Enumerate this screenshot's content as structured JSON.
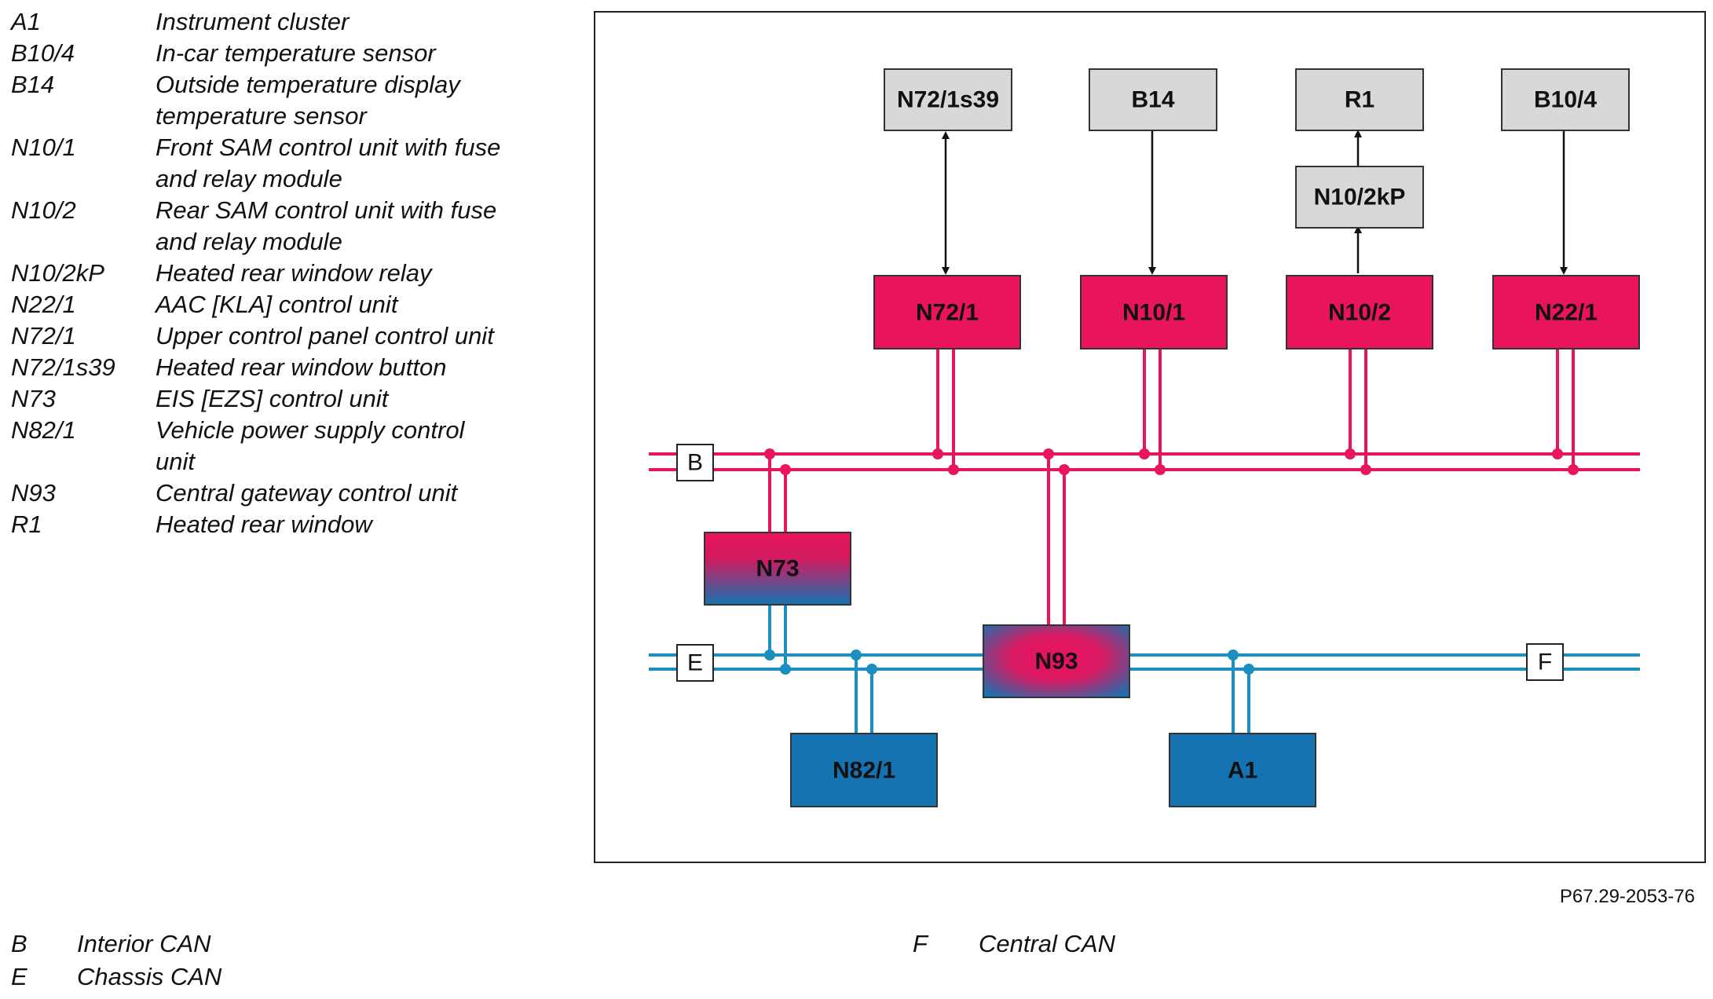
{
  "legend": [
    {
      "code": "A1",
      "desc": "Instrument cluster"
    },
    {
      "code": "B10/4",
      "desc": "In-car temperature sensor"
    },
    {
      "code": "B14",
      "desc": "Outside temperature display temperature sensor"
    },
    {
      "code": "N10/1",
      "desc": "Front SAM control unit with fuse and relay module"
    },
    {
      "code": "N10/2",
      "desc": "Rear SAM control unit with fuse and relay module"
    },
    {
      "code": "N10/2kP",
      "desc": "Heated rear window relay"
    },
    {
      "code": "N22/1",
      "desc": "AAC [KLA] control unit"
    },
    {
      "code": "N72/1",
      "desc": "Upper control panel control unit"
    },
    {
      "code": "N72/1s39",
      "desc": "Heated rear window button"
    },
    {
      "code": "N73",
      "desc": "EIS [EZS] control unit"
    },
    {
      "code": "N82/1",
      "desc": "Vehicle power supply control unit"
    },
    {
      "code": "N93",
      "desc": "Central gateway control unit"
    },
    {
      "code": "R1",
      "desc": "Heated rear window"
    }
  ],
  "diagram": {
    "components": {
      "n72_1s39": "N72/1s39",
      "b14": "B14",
      "r1": "R1",
      "b10_4": "B10/4",
      "n10_2kp": "N10/2kP",
      "n72_1": "N72/1",
      "n10_1": "N10/1",
      "n10_2": "N10/2",
      "n22_1": "N22/1",
      "n73": "N73",
      "n93": "N93",
      "n82_1": "N82/1",
      "a1": "A1"
    },
    "bus_tags": {
      "b": "B",
      "e": "E",
      "f": "F"
    },
    "colors": {
      "interior_can": "#e8155a",
      "chassis_can": "#1a8fc0",
      "module_blue": "#1473b0",
      "sensor_gray": "#d8d8d8"
    }
  },
  "figure_ref": "P67.29-2053-76",
  "bus_legend": [
    {
      "code": "B",
      "desc": "Interior CAN"
    },
    {
      "code": "E",
      "desc": "Chassis CAN"
    },
    {
      "code": "F",
      "desc": "Central CAN"
    }
  ]
}
